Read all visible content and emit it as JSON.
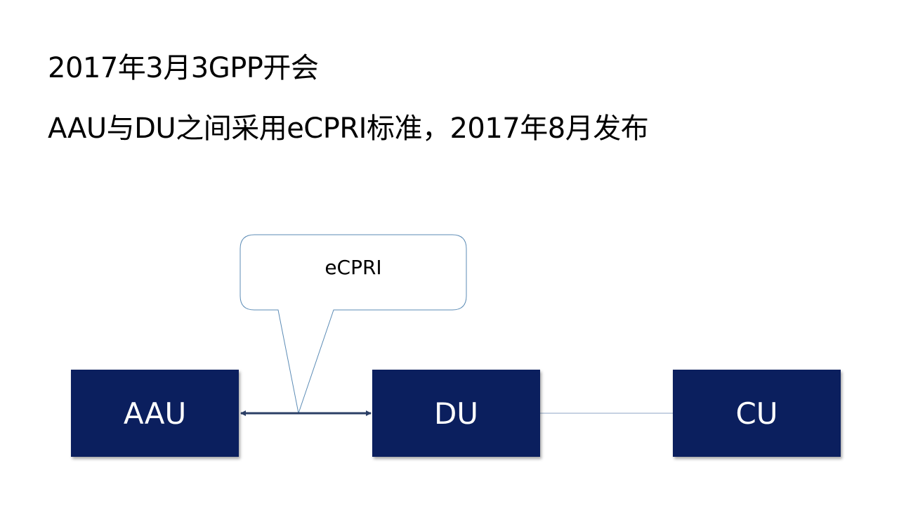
{
  "slide": {
    "title_line1": "2017年3月3GPP开会",
    "title_line2": "AAU与DU之间采用eCPRI标准，2017年8月发布"
  },
  "diagram": {
    "nodes": {
      "aau": "AAU",
      "du": "DU",
      "cu": "CU"
    },
    "callout": "eCPRI",
    "colors": {
      "box": "#0b1f5e",
      "arrow": "#2b3f66",
      "callout_border": "#5b8bb5",
      "link": "#8ea6c4"
    }
  }
}
